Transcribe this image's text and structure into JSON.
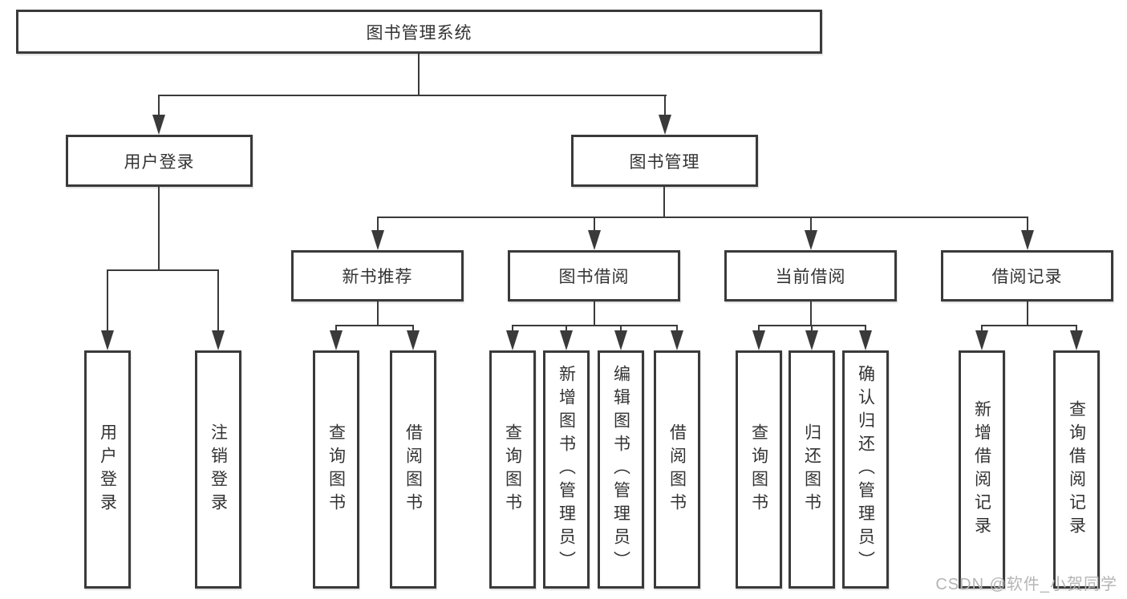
{
  "tree": {
    "root": {
      "label": "图书管理系统"
    },
    "branches": [
      {
        "label": "用户登录",
        "children": [
          {
            "label": "用户登录"
          },
          {
            "label": "注销登录"
          }
        ]
      },
      {
        "label": "图书管理",
        "children": [
          {
            "label": "新书推荐",
            "children": [
              {
                "label": "查询图书"
              },
              {
                "label": "借阅图书"
              }
            ]
          },
          {
            "label": "图书借阅",
            "children": [
              {
                "label": "查询图书"
              },
              {
                "label": "新增图书（管理员）"
              },
              {
                "label": "编辑图书（管理员）"
              },
              {
                "label": "借阅图书"
              }
            ]
          },
          {
            "label": "当前借阅",
            "children": [
              {
                "label": "查询图书"
              },
              {
                "label": "归还图书"
              },
              {
                "label": "确认归还（管理员）"
              }
            ]
          },
          {
            "label": "借阅记录",
            "children": [
              {
                "label": "新增借阅记录"
              },
              {
                "label": "查询借阅记录"
              }
            ]
          }
        ]
      }
    ]
  },
  "watermark": "CSDN @软件_小贺同学",
  "colors": {
    "line": "#3a3a3a",
    "text": "#333333",
    "box_background": "#ffffff",
    "watermark_text": "#b5b5b5"
  }
}
